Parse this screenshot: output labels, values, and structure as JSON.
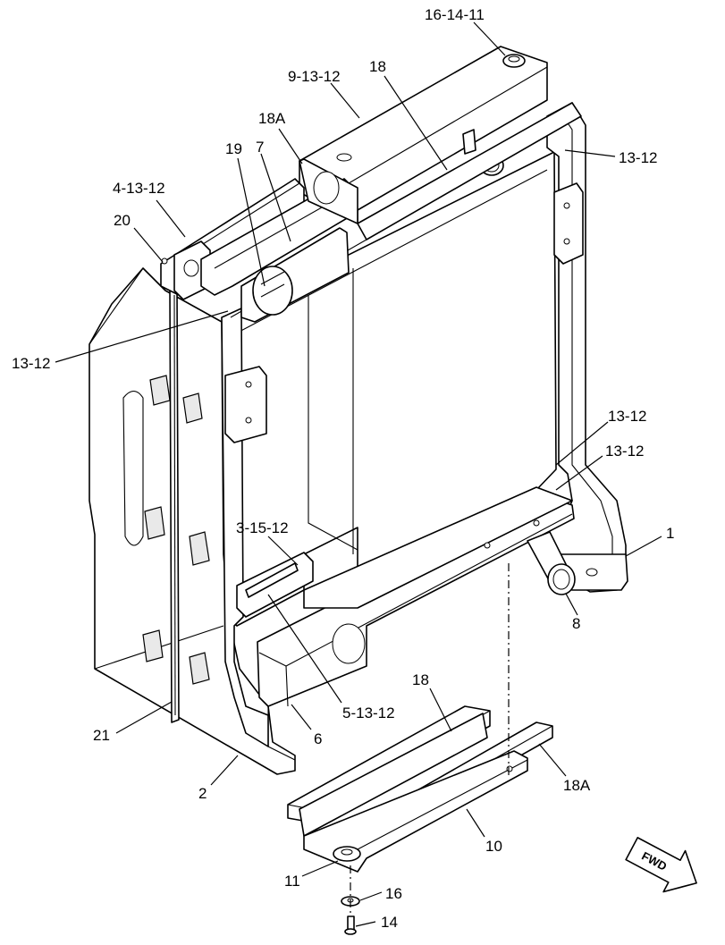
{
  "callouts": [
    {
      "id": "c-16-14-11",
      "text": "16-14-11"
    },
    {
      "id": "c-9-13-12",
      "text": "9-13-12"
    },
    {
      "id": "c-18-top",
      "text": "18"
    },
    {
      "id": "c-18a-top",
      "text": "18A"
    },
    {
      "id": "c-19",
      "text": "19"
    },
    {
      "id": "c-7",
      "text": "7"
    },
    {
      "id": "c-4-13-12",
      "text": "4-13-12"
    },
    {
      "id": "c-20",
      "text": "20"
    },
    {
      "id": "c-13-12-right-top",
      "text": "13-12"
    },
    {
      "id": "c-13-12-left",
      "text": "13-12"
    },
    {
      "id": "c-13-12-right-mid",
      "text": "13-12"
    },
    {
      "id": "c-13-12-right-low",
      "text": "13-12"
    },
    {
      "id": "c-1",
      "text": "1"
    },
    {
      "id": "c-3-15-12",
      "text": "3-15-12"
    },
    {
      "id": "c-8",
      "text": "8"
    },
    {
      "id": "c-18-bottom",
      "text": "18"
    },
    {
      "id": "c-5-13-12",
      "text": "5-13-12"
    },
    {
      "id": "c-21",
      "text": "21"
    },
    {
      "id": "c-6",
      "text": "6"
    },
    {
      "id": "c-18a-bottom",
      "text": "18A"
    },
    {
      "id": "c-2",
      "text": "2"
    },
    {
      "id": "c-10",
      "text": "10"
    },
    {
      "id": "c-11",
      "text": "11"
    },
    {
      "id": "c-16-bottom",
      "text": "16"
    },
    {
      "id": "c-14",
      "text": "14"
    }
  ],
  "direction_arrow": {
    "label": "FWD",
    "icon": "forward-arrow-icon"
  }
}
